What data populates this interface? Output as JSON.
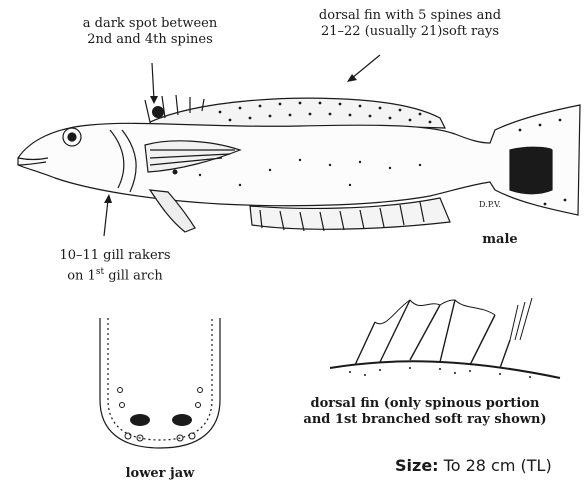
{
  "labels": {
    "dark_spot": "a dark spot between\n2nd and 4th spines",
    "dorsal_fin": "dorsal fin with 5 spines and\n21–22 (usually 21)soft rays",
    "gill_rakers_line1": "10–11 gill rakers",
    "gill_rakers_pre": "on 1",
    "gill_rakers_sup": "st",
    "gill_rakers_post": " gill arch",
    "male": "male",
    "dorsal_caption": "dorsal fin (only spinous portion\nand 1st branched soft ray shown)",
    "lower_jaw": "lower jaw",
    "size_label": "Size:",
    "size_value": " To 28 cm (TL)",
    "signature": "D.P.V."
  },
  "icons": {
    "main": "fish-illustration",
    "jaw": "lower-jaw-sketch",
    "fin": "dorsal-fin-sketch"
  },
  "colors": {
    "ink": "#1a1a1a",
    "background": "#ffffff"
  }
}
